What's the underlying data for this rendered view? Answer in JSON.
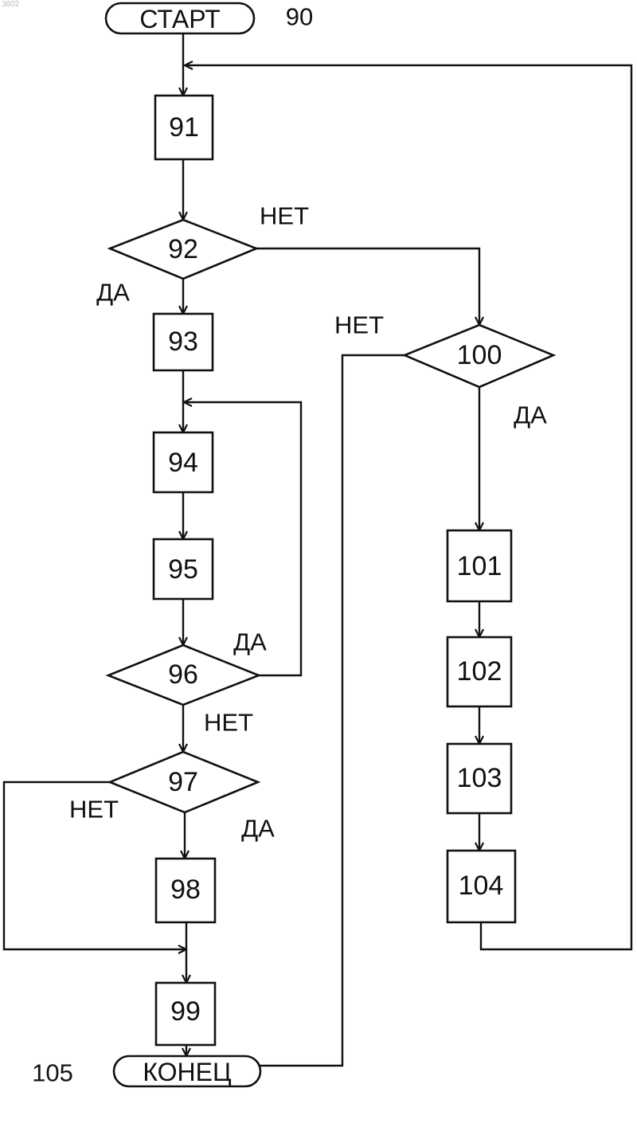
{
  "corner_code": "3602",
  "terminals": {
    "start": "СТАРТ",
    "end": "КОНЕЦ"
  },
  "refs": {
    "start_ref": "90",
    "end_ref": "105"
  },
  "blocks": {
    "b91": "91",
    "b93": "93",
    "b94": "94",
    "b95": "95",
    "b98": "98",
    "b99": "99",
    "b101": "101",
    "b102": "102",
    "b103": "103",
    "b104": "104"
  },
  "decisions": {
    "d92": "92",
    "d96": "96",
    "d97": "97",
    "d100": "100"
  },
  "branch_labels": {
    "d92_no": "НЕТ",
    "d92_yes": "ДА",
    "d100_no": "НЕТ",
    "d100_yes": "ДА",
    "d96_yes": "ДА",
    "d96_no": "НЕТ",
    "d97_no": "НЕТ",
    "d97_yes": "ДА"
  }
}
